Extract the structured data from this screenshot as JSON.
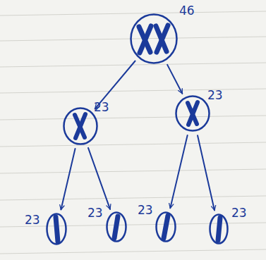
{
  "diagram": {
    "nodes": [
      {
        "text": [
          "46"
        ]
      },
      {
        "text": [
          "23"
        ]
      },
      {
        "text": [
          "23"
        ]
      },
      {
        "text": [
          "23"
        ]
      },
      {
        "text": [
          "23"
        ]
      },
      {
        "text": [
          "23"
        ]
      },
      {
        "text": [
          "23"
        ]
      }
    ],
    "edges": [
      {
        "from": 0,
        "to": 1,
        "arrow": "to"
      },
      {
        "from": 0,
        "to": 2,
        "arrow": "to"
      },
      {
        "from": 1,
        "to": 3,
        "arrow": "to"
      },
      {
        "from": 1,
        "to": 4,
        "arrow": "to"
      },
      {
        "from": 2,
        "to": 5,
        "arrow": "to"
      },
      {
        "from": 2,
        "to": 6,
        "arrow": "to"
      }
    ]
  }
}
